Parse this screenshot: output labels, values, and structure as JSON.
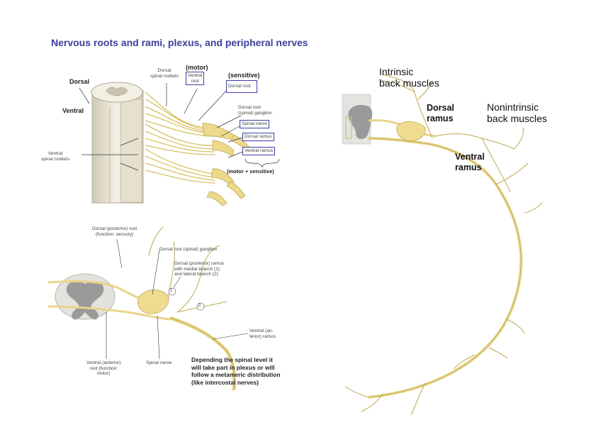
{
  "title": "Nervous roots and rami, plexus, and peripheral nerves",
  "top_left": {
    "dorsal": "Dorsal",
    "ventral": "Ventral",
    "dorsal_spinal_rootlets": [
      "Dorsal",
      "spinal rootlets"
    ],
    "motor": "(motor)",
    "ventral_root": [
      "Ventral",
      "root"
    ],
    "sensitive": "(sensitive)",
    "dorsal_root": "Dorsal root",
    "dorsal_root_ganglion": [
      "Dorsal root",
      "(spinal) ganglion"
    ],
    "spinal_nerve": "Spinal nerve",
    "dorsal_ramus": "Dorsal ramus",
    "ventral_ramus": "Ventral ramus",
    "motor_sensitive": "(motor + sensitive)",
    "ventral_spinal_rootlets": [
      "Ventral",
      "spinal rootlets"
    ]
  },
  "bottom_left": {
    "dorsal_posterior_root": [
      "Dorsal (posterior) root",
      "(function: sensory)"
    ],
    "dorsal_root_ganglion": "Dorsal root (spinal) ganglion",
    "dorsal_ramus_branches": [
      "Dorsal (posterior) ramus",
      "with medial branch (1)",
      "and lateral branch (2)"
    ],
    "branch_1": "1",
    "branch_2": "2",
    "ventral_anterior_ramus": [
      "Ventral (an-",
      "terior) ramus"
    ],
    "ventral_anterior_root": [
      "Ventral (anterior)",
      "root (function:",
      "motor)"
    ],
    "spinal_nerve": "Spinal nerve",
    "depending_note": "Depending the spinal level it will take part in plexus or will follow a metameric distribution (like intercostal nerves)"
  },
  "right": {
    "intrinsic_back_muscles": [
      "Intrinsic",
      "back muscles"
    ],
    "dorsal_ramus": [
      "Dorsal",
      "ramus"
    ],
    "nonintrinsic_back_muscles": [
      "Nonintrinsic",
      "back muscles"
    ],
    "ventral_ramus": [
      "Ventral",
      "ramus"
    ]
  },
  "colors": {
    "title": "#3a3f9a",
    "nerve": "#e9d9a0",
    "nerve_outline": "#b9a45e",
    "box": "#3d3fa8",
    "gray_matter": "#9a9a9a"
  }
}
